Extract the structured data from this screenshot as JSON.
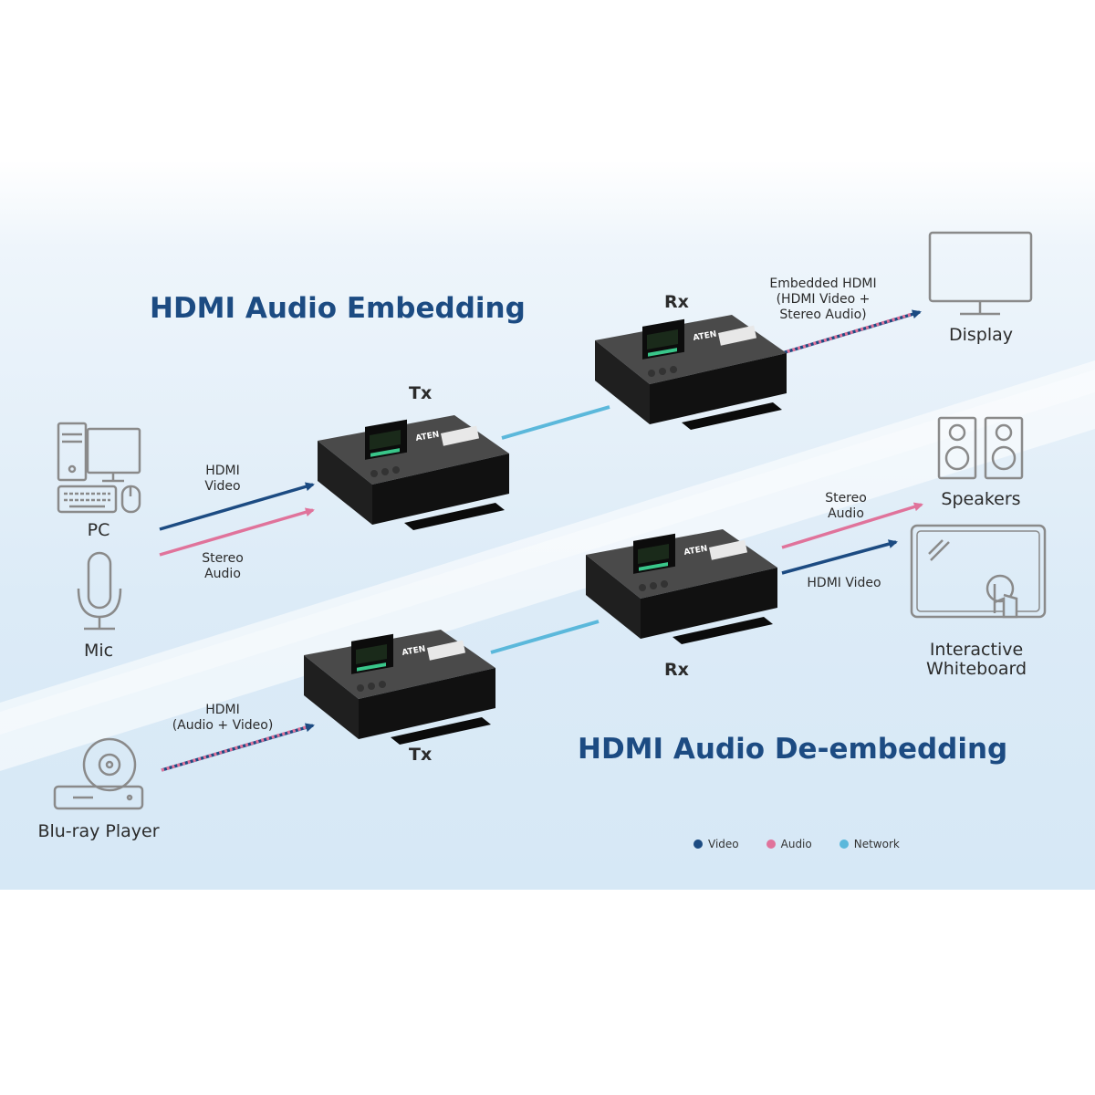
{
  "headings": {
    "embedding": "HDMI Audio Embedding",
    "deembedding": "HDMI Audio De-embedding"
  },
  "device_labels": {
    "tx_top": "Tx",
    "rx_top": "Rx",
    "tx_bottom": "Tx",
    "rx_bottom": "Rx"
  },
  "device_brand": "ATEN",
  "sources": {
    "pc": "PC",
    "mic": "Mic",
    "bluray": "Blu-ray Player"
  },
  "destinations": {
    "display": "Display",
    "speakers": "Speakers",
    "whiteboard_line1": "Interactive",
    "whiteboard_line2": "Whiteboard"
  },
  "signals": {
    "hdmi_video_in_l1": "HDMI",
    "hdmi_video_in_l2": "Video",
    "stereo_audio_in_l1": "Stereo",
    "stereo_audio_in_l2": "Audio",
    "embedded_l1": "Embedded HDMI",
    "embedded_l2": "(HDMI Video +",
    "embedded_l3": "Stereo Audio)",
    "hdmi_av_in_l1": "HDMI",
    "hdmi_av_in_l2": "(Audio + Video)",
    "stereo_audio_out_l1": "Stereo",
    "stereo_audio_out_l2": "Audio",
    "hdmi_video_out": "HDMI Video"
  },
  "legend": [
    {
      "label": "Video",
      "color": "#1c4b82"
    },
    {
      "label": "Audio",
      "color": "#e0739b"
    },
    {
      "label": "Network",
      "color": "#5bb8db"
    }
  ],
  "colors": {
    "video": "#1c4b82",
    "audio": "#e0739b",
    "network": "#5bb8db",
    "heading": "#1c4b82",
    "icon_stroke": "#8a8a8a"
  }
}
